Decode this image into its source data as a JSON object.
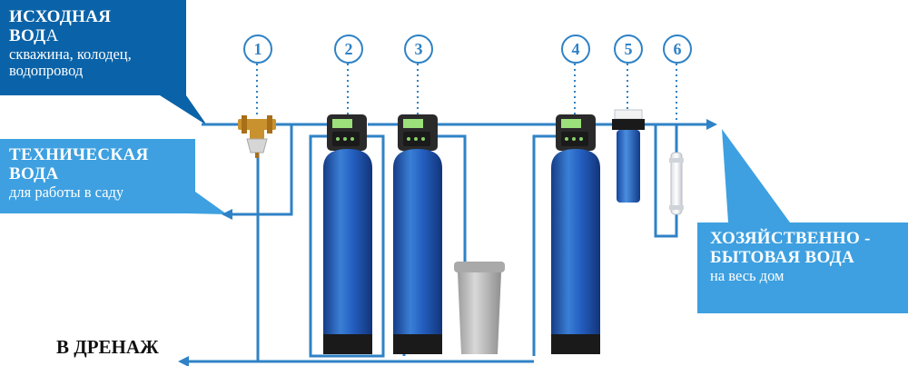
{
  "callouts": {
    "source": {
      "title_line1": "ИСХОДНАЯ",
      "title_line2_bold": "ВОД",
      "title_line2_rest": "А",
      "subtitle_line1": "скважина, колодец,",
      "subtitle_line2": "водопровод"
    },
    "technical": {
      "title_line1": "ТЕХНИЧЕСКАЯ",
      "title_line2": "ВОДА",
      "subtitle": "для работы в саду"
    },
    "household": {
      "title_line1": "ХОЗЯЙСТВЕННО -",
      "title_line2": "БЫТОВАЯ ВОДА",
      "subtitle": "на весь дом"
    }
  },
  "drain_label": "В ДРЕНАЖ",
  "stage_numbers": [
    "1",
    "2",
    "3",
    "4",
    "5",
    "6"
  ],
  "colors": {
    "pipe": "#2f82c6",
    "callout_dark": "#0a63a8",
    "callout_light": "#3ea0e0",
    "tank_blue": "#1f4fa8",
    "tank_base": "#1a1a1a",
    "salt_tank": "#b9b9b9"
  }
}
